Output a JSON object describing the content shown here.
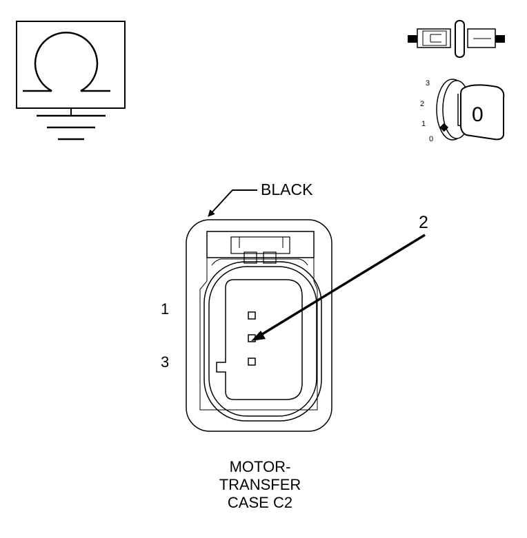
{
  "connector": {
    "color_label": "BLACK",
    "name_line1": "MOTOR-",
    "name_line2": "TRANSFER",
    "name_line3": "CASE C2"
  },
  "pins": {
    "pin_1_label": "1",
    "pin_3_label": "3"
  },
  "callout": {
    "pin_label": "2"
  },
  "icons": {
    "top_left": "ohmmeter-ground-icon",
    "top_right_1": "connector-disconnected-icon",
    "top_right_2": "ignition-key-off-icon"
  },
  "ignition_key": {
    "positions": [
      "3",
      "2",
      "1",
      "0"
    ],
    "current_position": "0"
  }
}
